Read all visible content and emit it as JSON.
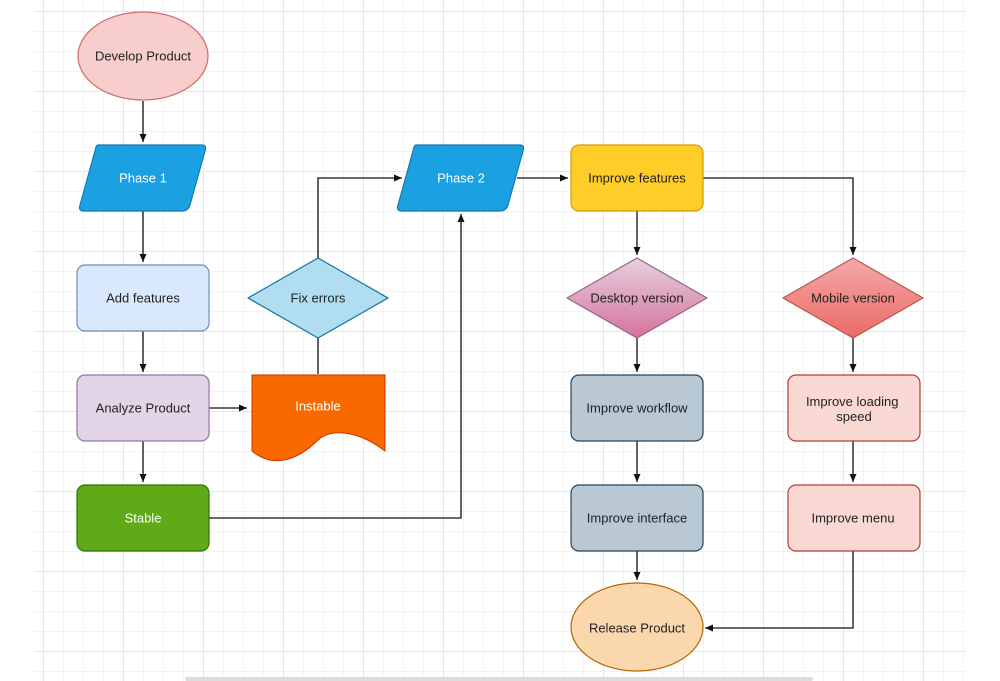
{
  "nodes": {
    "develop_product": "Develop Product",
    "phase_1": "Phase 1",
    "add_features": "Add features",
    "analyze_product": "Analyze Product",
    "stable": "Stable",
    "fix_errors": "Fix errors",
    "instable": "Instable",
    "phase_2": "Phase 2",
    "improve_features": "Improve features",
    "desktop_version": "Desktop version",
    "mobile_version": "Mobile version",
    "improve_workflow": "Improve workflow",
    "improve_interface": "Improve interface",
    "improve_loading_speed_line1": "Improve loading",
    "improve_loading_speed_line2": "speed",
    "improve_menu": "Improve menu",
    "release_product": "Release Product"
  },
  "colors": {
    "develop_product_fill": "#f8cecc",
    "develop_product_stroke": "#d06a6a",
    "phase_fill": "#1ba1e2",
    "phase_stroke": "#1479b0",
    "add_features_fill": "#dae8fc",
    "add_features_stroke": "#6c8ebf",
    "analyze_fill": "#e1d5e7",
    "analyze_stroke": "#9673a6",
    "stable_fill": "#60a917",
    "stable_stroke": "#2d7600",
    "fix_errors_fill": "#b1ddf0",
    "fix_errors_stroke": "#10739e",
    "instable_fill": "#fa6800",
    "instable_stroke": "#c73500",
    "improve_features_fill": "#ffcd28",
    "improve_features_stroke": "#d79b00",
    "desktop_fill_top": "#e6d0de",
    "desktop_fill_bottom": "#d5739d",
    "desktop_stroke": "#996185",
    "mobile_fill_top": "#f5a8a8",
    "mobile_fill_bottom": "#ea6b66",
    "mobile_stroke": "#b85450",
    "grey_box_fill": "#bac8d3",
    "grey_box_stroke": "#23445d",
    "pink_box_fill": "#fad9d5",
    "pink_box_stroke": "#ae4132",
    "release_fill": "#fad7ac",
    "release_stroke": "#b46504"
  }
}
